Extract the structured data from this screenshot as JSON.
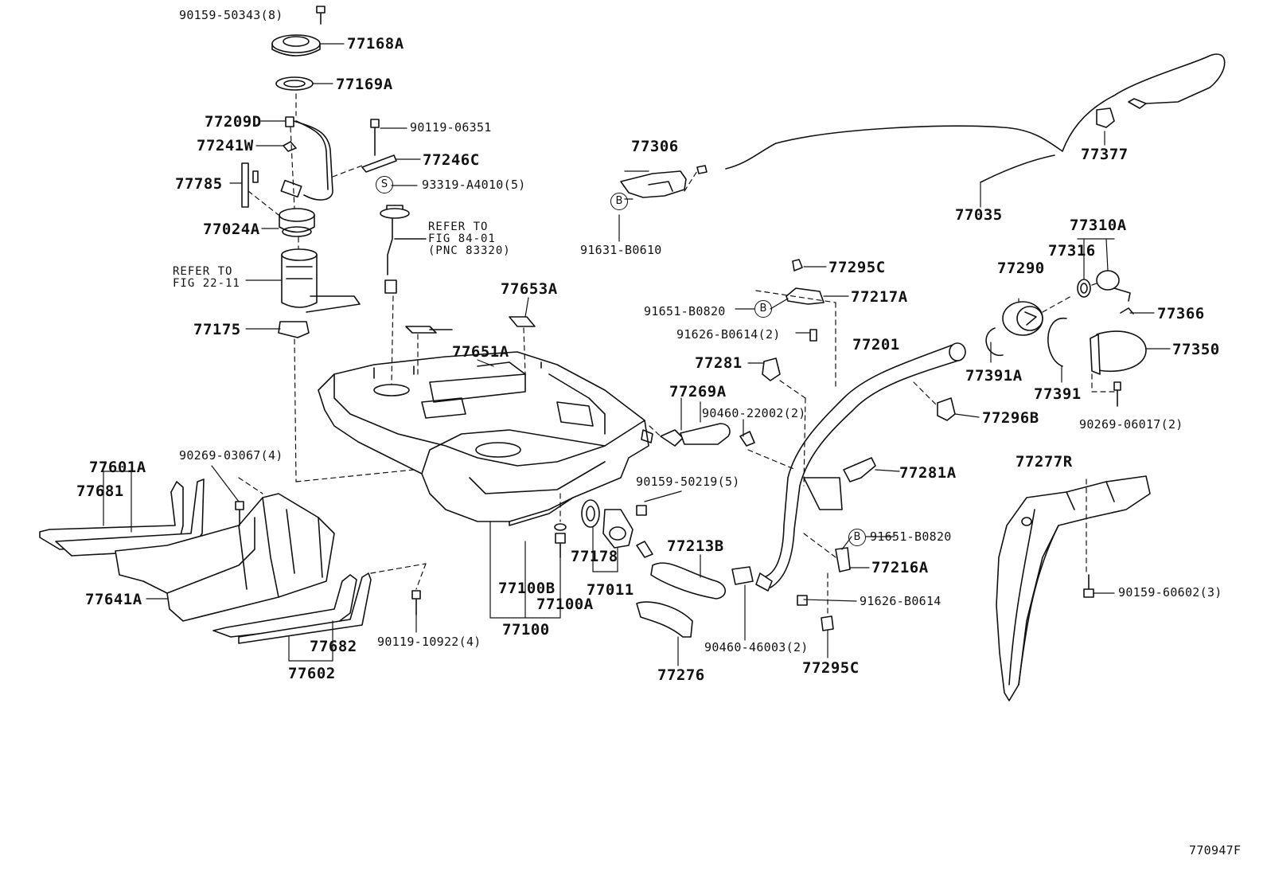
{
  "figure_code": "770947F",
  "symbols": {
    "b": "B",
    "s": "S"
  },
  "labels": {
    "p90159_50343": "90159-50343(8)",
    "p77168A": "77168A",
    "p77169A": "77169A",
    "p77209D": "77209D",
    "p90119_06351": "90119-06351",
    "p77241W": "77241W",
    "p77246C": "77246C",
    "p77785": "77785",
    "p93319_A4010": "93319-A4010(5)",
    "p77024A": "77024A",
    "p77175": "77175",
    "p77653A": "77653A",
    "p77651A": "77651A",
    "p77601A": "77601A",
    "p77681": "77681",
    "p90269_03067": "90269-03067(4)",
    "p77641A": "77641A",
    "p77682": "77682",
    "p77602": "77602",
    "p90119_10922": "90119-10922(4)",
    "p77178": "77178",
    "p77100B": "77100B",
    "p77100A": "77100A",
    "p77011": "77011",
    "p77100": "77100",
    "p77306": "77306",
    "p91631_B0610": "91631-B0610",
    "p77035": "77035",
    "p77377": "77377",
    "p77310A": "77310A",
    "p77290": "77290",
    "p77316": "77316",
    "p77366": "77366",
    "p77350": "77350",
    "p77391A": "77391A",
    "p77391": "77391",
    "p90269_06017": "90269-06017(2)",
    "p77295C_top": "77295C",
    "p77217A": "77217A",
    "p91651_B0820_top": "91651-B0820",
    "p91626_B0614_2": "91626-B0614(2)",
    "p77281": "77281",
    "p77201": "77201",
    "p77269A": "77269A",
    "p90460_22002": "90460-22002(2)",
    "p77296B": "77296B",
    "p77281A": "77281A",
    "p90159_50219": "90159-50219(5)",
    "p77213B": "77213B",
    "p91651_B0820_bot": "91651-B0820",
    "p77216A": "77216A",
    "p91626_B0614": "91626-B0614",
    "p90460_46003": "90460-46003(2)",
    "p77295C_bot": "77295C",
    "p77276": "77276",
    "p77277R": "77277R",
    "p90159_60602": "90159-60602(3)"
  },
  "notes": {
    "refer_fig22": "REFER TO\nFIG 22-11",
    "refer_fig84": "REFER TO\nFIG 84-01\n(PNC 83320)"
  }
}
